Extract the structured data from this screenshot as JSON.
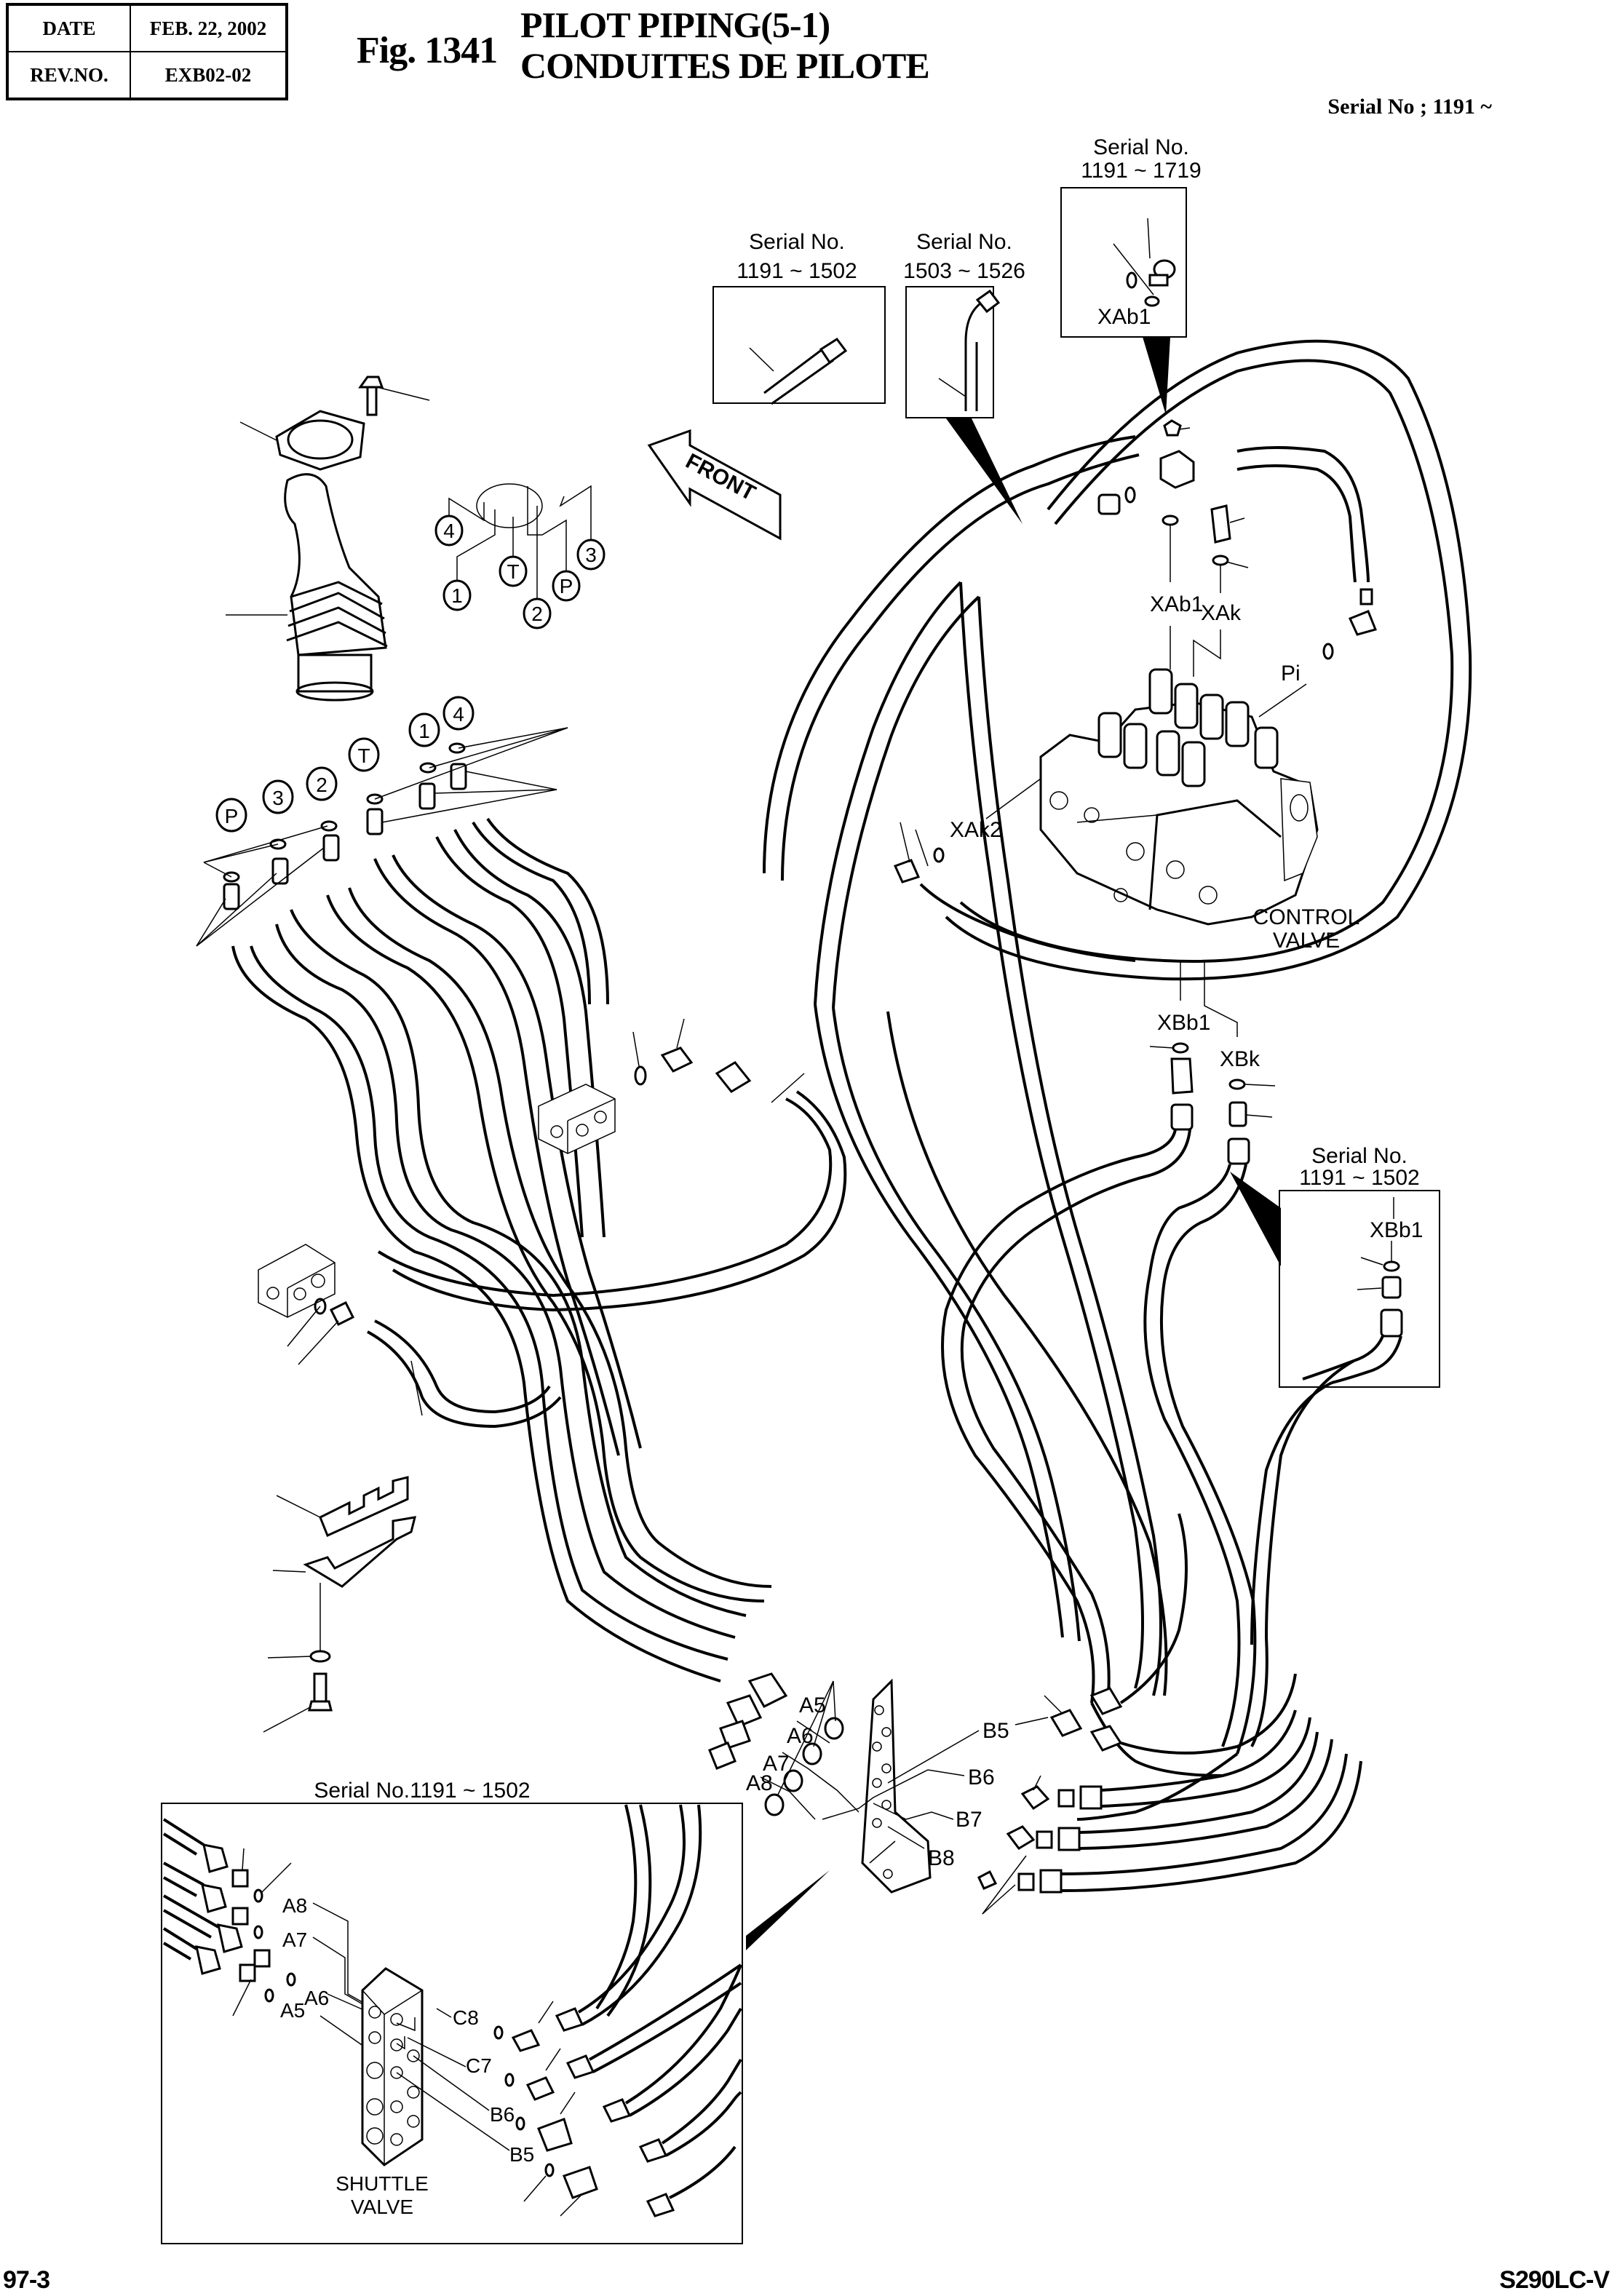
{
  "header": {
    "date_label": "DATE",
    "date_value": "FEB. 22, 2002",
    "rev_label": "REV.NO.",
    "rev_value": "EXB02-02",
    "figure_number": "Fig. 1341",
    "title_en": "PILOT PIPING(5-1)",
    "title_fr": "CONDUITES DE PILOTE",
    "serial_range": "Serial No ; 1191 ~"
  },
  "insets": [
    {
      "id": "inset-1191-1502-hose",
      "caption_line1": "Serial No.",
      "caption_line2": "1191 ~ 1502"
    },
    {
      "id": "inset-1503-1526-hose",
      "caption_line1": "Serial No.",
      "caption_line2": "1503 ~ 1526"
    },
    {
      "id": "inset-1191-1719-xab1",
      "caption_line1": "Serial No.",
      "caption_line2": "1191 ~ 1719",
      "port_label": "XAb1"
    },
    {
      "id": "inset-1191-1502-xbb1",
      "caption_line1": "Serial No.",
      "caption_line2": "1191 ~ 1502",
      "port_label": "XBb1"
    },
    {
      "id": "inset-1191-1502-shuttle",
      "caption": "Serial No.1191 ~ 1502"
    }
  ],
  "direction_arrow": {
    "label": "FRONT"
  },
  "joystick_ports": [
    "4",
    "1",
    "T",
    "2",
    "P",
    "3"
  ],
  "fitting_ports": [
    "P",
    "3",
    "2",
    "T",
    "1",
    "4"
  ],
  "control_valve": {
    "label_line1": "CONTROL",
    "label_line2": "VALVE",
    "ports": [
      "XAb1",
      "XAk",
      "Pi",
      "XAk2",
      "XBb1",
      "XBk"
    ]
  },
  "bracket_ports": {
    "a_side": [
      "A5",
      "A6",
      "A7",
      "A8"
    ],
    "b_side": [
      "B5",
      "B6",
      "B7",
      "B8"
    ]
  },
  "shuttle_valve": {
    "label_line1": "SHUTTLE",
    "label_line2": "VALVE",
    "a_ports": [
      "A8",
      "A7",
      "A6",
      "A5"
    ],
    "c_ports": [
      "C8",
      "C7"
    ],
    "b_ports": [
      "B6",
      "B5"
    ]
  },
  "footer": {
    "page": "97-3",
    "model": "S290LC-V"
  }
}
